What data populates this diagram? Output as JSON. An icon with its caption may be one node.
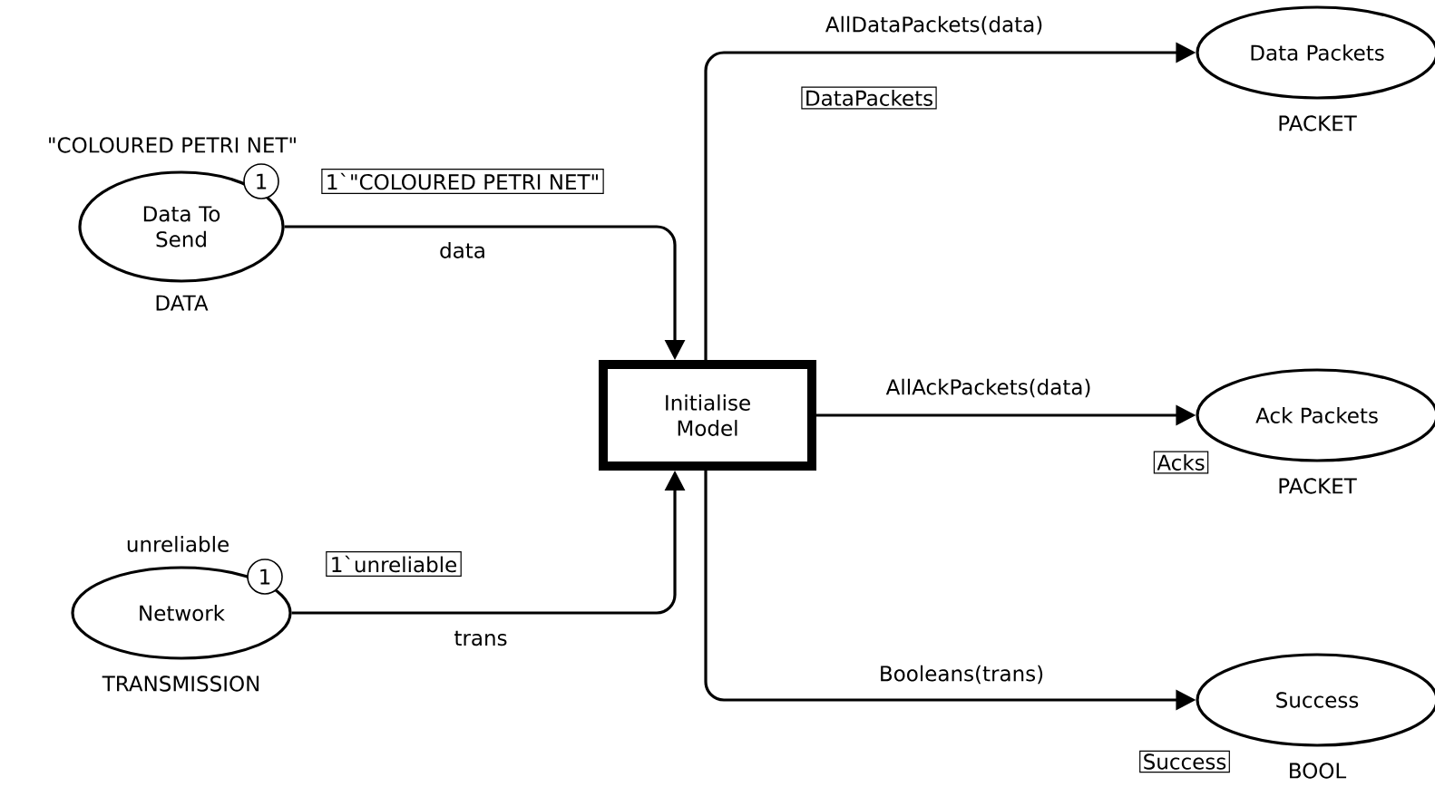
{
  "diagram": {
    "nodes": [
      {
        "text": [
          "Data To Send"
        ],
        "beside": [
          "\"COLOURED PETRI NET\"",
          "DATA"
        ]
      },
      {
        "text": [
          "1"
        ]
      },
      {
        "text": [
          "1`\"COLOURED PETRI NET\""
        ]
      },
      {
        "text": [
          "Network"
        ],
        "beside": [
          "unreliable",
          "TRANSMISSION"
        ]
      },
      {
        "text": [
          "1"
        ]
      },
      {
        "text": [
          "1`unreliable"
        ]
      },
      {
        "text": [
          "Initialise Model"
        ]
      },
      {
        "text": [
          "Data Packets"
        ],
        "beside": [
          "PACKET"
        ]
      },
      {
        "text": [
          "DataPackets"
        ]
      },
      {
        "text": [
          "Ack Packets"
        ],
        "beside": [
          "PACKET"
        ]
      },
      {
        "text": [
          "Acks"
        ]
      },
      {
        "text": [
          "Success"
        ],
        "beside": [
          "BOOL"
        ]
      },
      {
        "text": [
          "Success"
        ]
      }
    ],
    "edges": [
      {
        "from": 0,
        "to": 6,
        "arrow": "to",
        "label": "data"
      },
      {
        "from": 3,
        "to": 6,
        "arrow": "to",
        "label": "trans"
      },
      {
        "from": 6,
        "to": 7,
        "arrow": "to",
        "label": "AllDataPackets(data)"
      },
      {
        "from": 6,
        "to": 9,
        "arrow": "to",
        "label": "AllAckPackets(data)"
      },
      {
        "from": 6,
        "to": 11,
        "arrow": "to",
        "label": "Booleans(trans)"
      }
    ]
  }
}
